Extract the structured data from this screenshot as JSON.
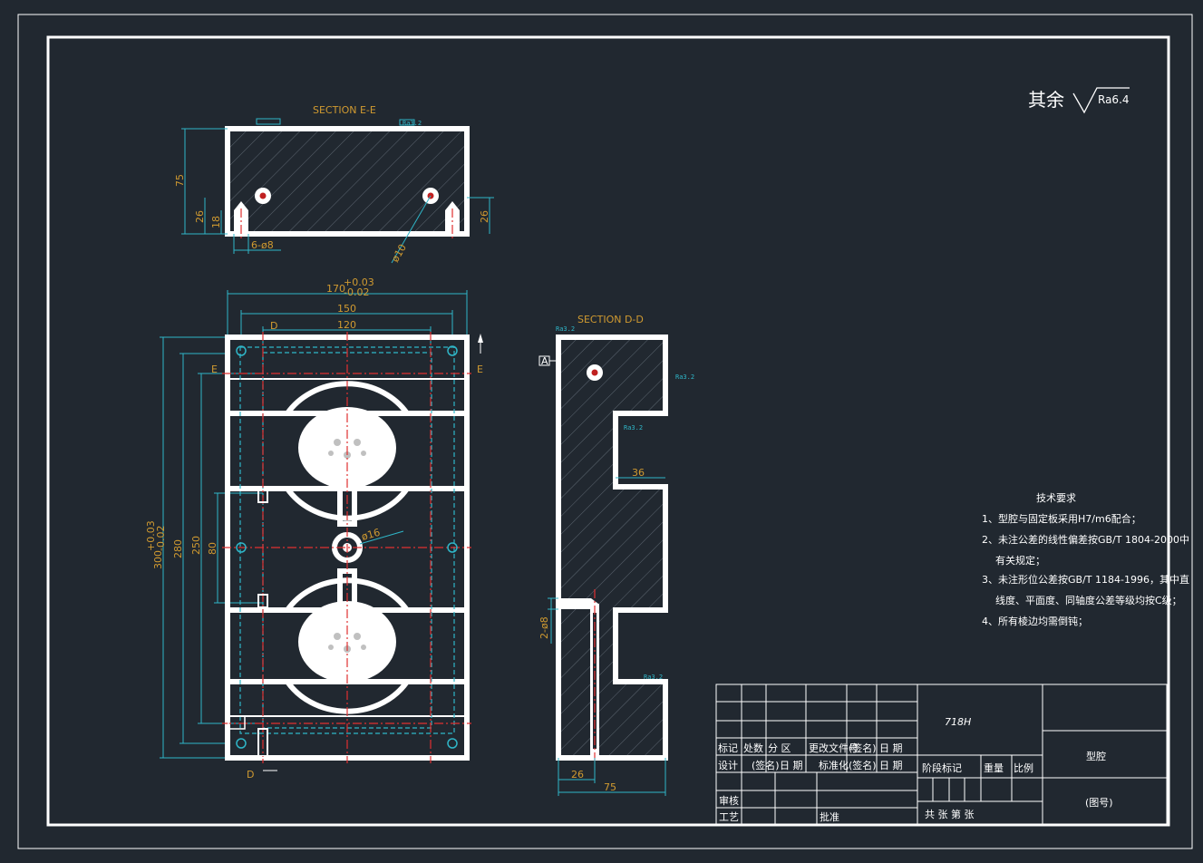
{
  "surface_note": {
    "prefix": "其余",
    "roughness": "Ra6.4"
  },
  "sections": {
    "ee_title": "SECTION E-E",
    "dd_title": "SECTION D-D"
  },
  "dimensions": {
    "ee_height": "75",
    "ee_26_left": "26",
    "ee_18": "18",
    "ee_26_right": "26",
    "ee_holes": "6-ø8",
    "ee_dia10": "ø10",
    "width_main": "170",
    "width_tol_upper": "+0.03",
    "width_tol_lower": "-0.02",
    "w150": "150",
    "w120": "120",
    "height_main": "300",
    "height_tol_upper": "+0.03",
    "height_tol_lower": "-0.02",
    "h280": "280",
    "h250": "250",
    "h80": "80",
    "dia16": "ø16",
    "dd_36": "36",
    "dd_holes": "2-ø8",
    "dd_26": "26",
    "dd_75": "75"
  },
  "markers": {
    "d_top": "D",
    "d_bottom": "D",
    "e_left": "E",
    "e_right": "E"
  },
  "roughness_tag": "Ra3.2",
  "datum_tag": "A",
  "tech_requirements": {
    "title": "技术要求",
    "items": [
      "1、型腔与固定板采用H7/m6配合；",
      "2、未注公差的线性偏差按GB/T 1804-2000中",
      "有关规定；",
      "3、未注形位公差按GB/T 1184-1996，其中直",
      "线度、平面度、同轴度公差等级均按C级；",
      "4、所有棱边均需倒钝；"
    ]
  },
  "title_block": {
    "material": "718H",
    "part_name": "型腔",
    "drawing_no": "(图号)",
    "stage_mark": "阶段标记",
    "weight": "重量",
    "scale": "比例",
    "row_labels": [
      "标记",
      "处数",
      "分 区",
      "更改文件号",
      "(签名)",
      "日 期"
    ],
    "design_row": [
      "设计",
      "(签名)",
      "日 期",
      "标准化",
      "(签名)",
      "日 期"
    ],
    "check": "审核",
    "process": "工艺",
    "approve": "批准",
    "sheet_info": "共  张 第  张"
  }
}
